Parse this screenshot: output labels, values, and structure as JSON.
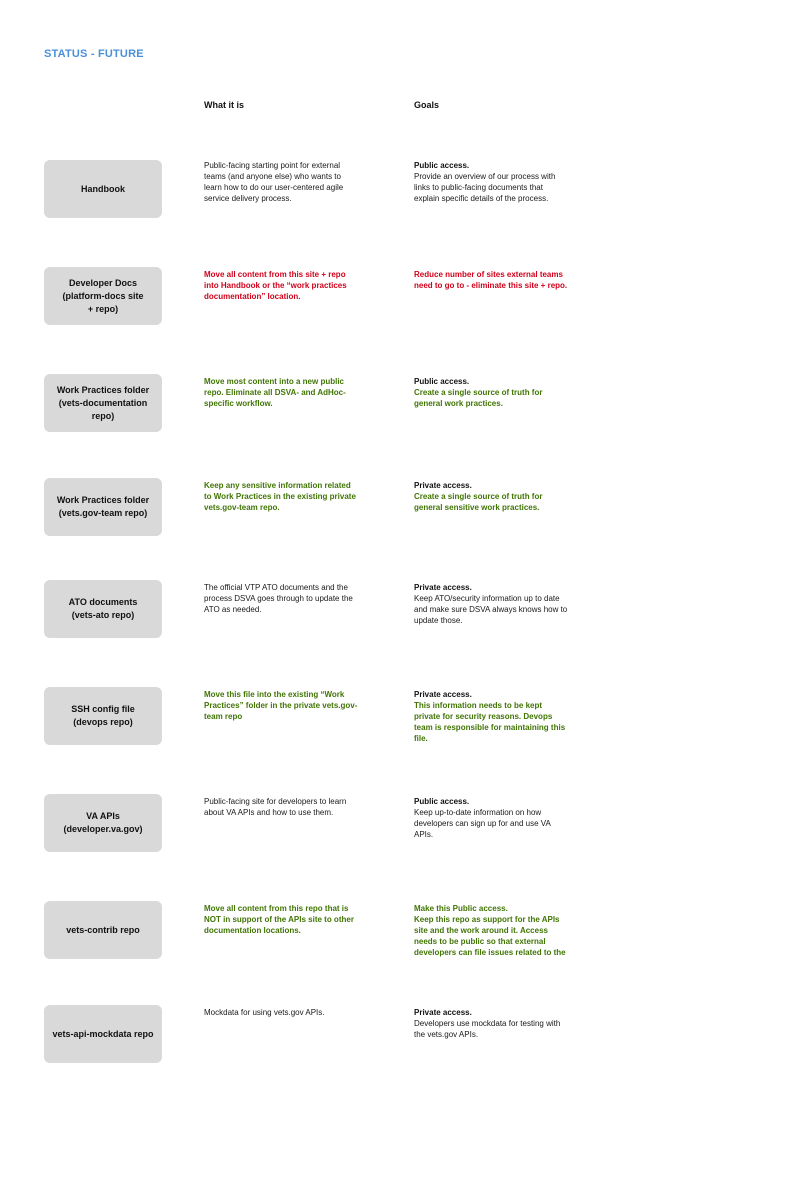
{
  "title": "STATUS - FUTURE",
  "headers": {
    "what": "What it is",
    "goals": "Goals"
  },
  "colors": {
    "title": "#4a90d9",
    "tile": "#d9d9d9",
    "red": "#d0021b",
    "green": "#417505"
  },
  "rows": [
    {
      "name": "Handbook",
      "what": "Public-facing starting point for external\nteams (and anyone else) who wants to\nlearn how to do our user-centered agile\nservice delivery process.",
      "what_style": "normal",
      "goal_head": "Public access.",
      "goal_body": "Provide an overview of our process with\nlinks to public-facing documents that\nexplain specific details of the process.",
      "goal_style": "normal"
    },
    {
      "name": "Developer Docs\n(platform-docs site\n+ repo)",
      "what": "Move all content from this site + repo\ninto Handbook or the “work practices\ndocumentation” location.",
      "what_style": "red",
      "goal_head": "",
      "goal_body": "Reduce number of sites external teams\nneed to go to - eliminate this site + repo.",
      "goal_style": "red"
    },
    {
      "name": "Work Practices folder\n(vets-documentation\nrepo)",
      "what": "Move most content into a new public\nrepo. Eliminate all DSVA- and AdHoc-\nspecific workflow.",
      "what_style": "green",
      "goal_head": "Public access.",
      "goal_body": "Create a single source of truth for\ngeneral work practices.",
      "goal_style": "green"
    },
    {
      "name": "Work Practices folder\n(vets.gov-team repo)",
      "what": "Keep any sensitive information related\nto Work Practices in the existing private\nvets.gov-team repo.",
      "what_style": "green",
      "goal_head": "Private access.",
      "goal_body": "Create a single source of truth for\ngeneral sensitive work practices.",
      "goal_style": "green"
    },
    {
      "name": "ATO documents\n(vets-ato repo)",
      "what": "The official VTP ATO documents and the\nprocess DSVA goes through to update the\nATO as needed.",
      "what_style": "normal",
      "goal_head": "Private access.",
      "goal_body": "Keep ATO/security information up to date\nand make sure DSVA always knows how to\nupdate those.",
      "goal_style": "normal"
    },
    {
      "name": "SSH config file\n(devops repo)",
      "what": "Move this file into the existing “Work\nPractices” folder in the private vets.gov-\nteam repo",
      "what_style": "green",
      "goal_head": "Private access.",
      "goal_body": "This information needs to be kept\nprivate for security reasons. Devops\nteam is responsible for maintaining this\nfile.",
      "goal_style": "green"
    },
    {
      "name": "VA APIs\n(developer.va.gov)",
      "what": "Public-facing site for developers to learn\nabout VA APIs and how to use them.",
      "what_style": "normal",
      "goal_head": "Public access.",
      "goal_body": "Keep up-to-date information on how\ndevelopers can sign up for and use VA\nAPIs.",
      "goal_style": "normal"
    },
    {
      "name": "vets-contrib repo",
      "what": "Move all content from this repo that is\nNOT in support of the APIs site to other\ndocumentation locations.",
      "what_style": "green",
      "goal_head": "",
      "goal_body": "Make this Public access.\nKeep this repo as support for the APIs\nsite and the work around it. Access\nneeds to be public so that external\ndevelopers can file issues related to the",
      "goal_style": "green"
    },
    {
      "name": "vets-api-mockdata repo",
      "what": "Mockdata for using vets.gov APIs.",
      "what_style": "normal",
      "goal_head": "Private access.",
      "goal_body": "Developers use mockdata for testing with\nthe vets.gov APIs.",
      "goal_style": "normal"
    }
  ]
}
